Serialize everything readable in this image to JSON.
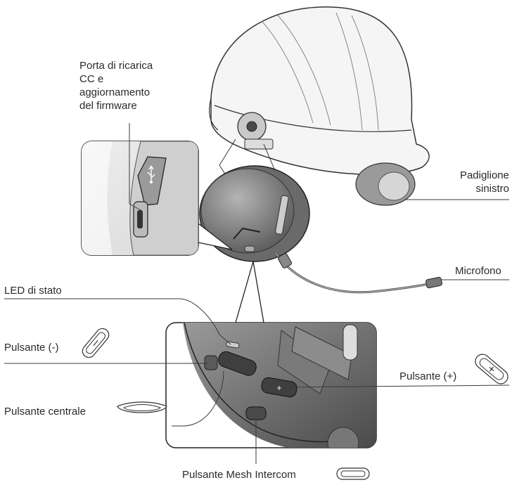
{
  "labels": {
    "charging_port": [
      "Porta di ricarica",
      "CC e",
      "aggiornamento",
      "del firmware"
    ],
    "left_earcup": [
      "Padiglione",
      "sinistro"
    ],
    "microphone": "Microfono",
    "status_led": "LED di stato",
    "minus_button": "Pulsante (-)",
    "center_button": "Pulsante centrale",
    "plus_button": "Pulsante (+)",
    "mesh_intercom_button": "Pulsante Mesh Intercom"
  },
  "icons": {
    "usb": "usb-icon",
    "minus_button": "minus-button-icon",
    "plus_button": "plus-button-icon",
    "center_button": "center-button-icon",
    "mesh_button": "mesh-button-icon"
  },
  "colors": {
    "helmet": "#f4f4f4",
    "earcup": "#8e8e8e",
    "earcup_dark": "#5e5e5e",
    "inset_bg": "#e4e4e4",
    "line": "#3a3a3a"
  }
}
